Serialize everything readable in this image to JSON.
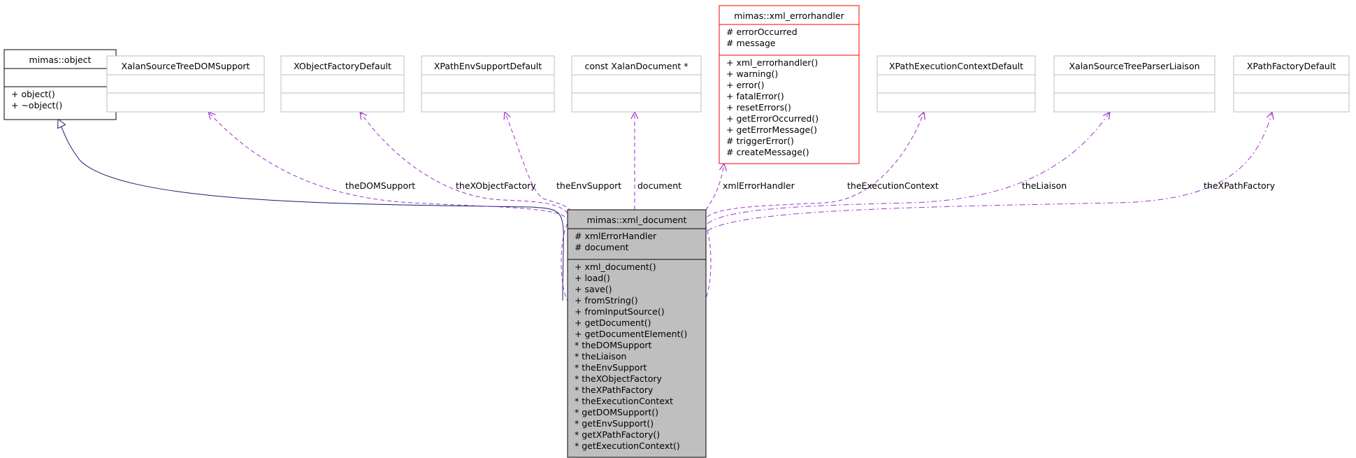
{
  "classes": {
    "object": {
      "title": "mimas::object",
      "attributes": [],
      "methods": [
        "+ object()",
        "+ ~object()"
      ]
    },
    "dom_support": {
      "title": "XalanSourceTreeDOMSupport",
      "attributes": [],
      "methods": []
    },
    "xobject_factory": {
      "title": "XObjectFactoryDefault",
      "attributes": [],
      "methods": []
    },
    "env_support": {
      "title": "XPathEnvSupportDefault",
      "attributes": [],
      "methods": []
    },
    "xalan_document": {
      "title": "const XalanDocument *",
      "attributes": [],
      "methods": []
    },
    "errorhandler": {
      "title": "mimas::xml_errorhandler",
      "attributes": [
        "# errorOccurred",
        "# message"
      ],
      "methods": [
        "+ xml_errorhandler()",
        "+ warning()",
        "+ error()",
        "+ fatalError()",
        "+ resetErrors()",
        "+ getErrorOccurred()",
        "+ getErrorMessage()",
        "# triggerError()",
        "# createMessage()"
      ]
    },
    "exec_context": {
      "title": "XPathExecutionContextDefault",
      "attributes": [],
      "methods": []
    },
    "parser_liaison": {
      "title": "XalanSourceTreeParserLiaison",
      "attributes": [],
      "methods": []
    },
    "xpath_factory": {
      "title": "XPathFactoryDefault",
      "attributes": [],
      "methods": []
    },
    "xml_document": {
      "title": "mimas::xml_document",
      "attributes": [
        "# xmlErrorHandler",
        "# document"
      ],
      "methods": [
        "+ xml_document()",
        "+ load()",
        "+ save()",
        "+ fromString()",
        "+ fromInputSource()",
        "+ getDocument()",
        "+ getDocumentElement()",
        "* theDOMSupport",
        "* theLiaison",
        "* theEnvSupport",
        "* theXObjectFactory",
        "* theXPathFactory",
        "* theExecutionContext",
        "* getDOMSupport()",
        "* getEnvSupport()",
        "* getXPathFactory()",
        "* getExecutionContext()"
      ]
    }
  },
  "edge_labels": {
    "dom_support": "theDOMSupport",
    "xobject_factory": "theXObjectFactory",
    "env_support": "theEnvSupport",
    "xalan_document": "document",
    "errorhandler": "xmlErrorHandler",
    "exec_context": "theExecutionContext",
    "parser_liaison": "theLiaison",
    "xpath_factory": "theXPathFactory"
  },
  "colors": {
    "inheritance": "#191970",
    "usage": "#9a32cd",
    "focus_fill": "#bfbfbf",
    "highlight_border": "#ff0000",
    "external_border": "#bfbfbf",
    "normal_border": "#000000"
  }
}
